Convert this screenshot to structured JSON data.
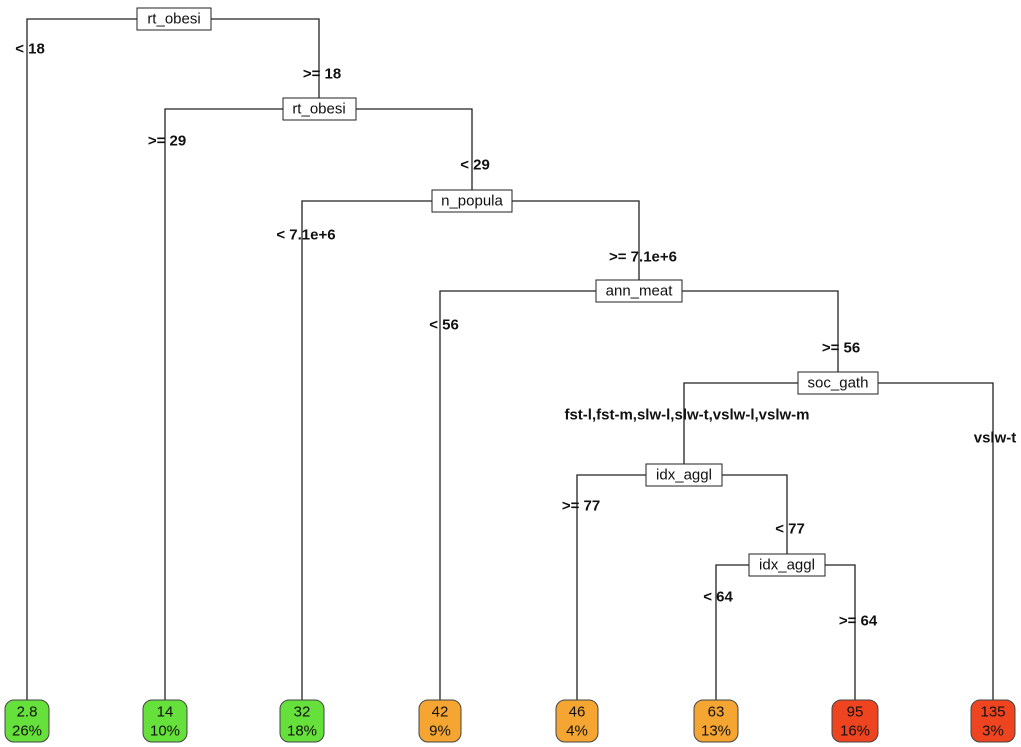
{
  "colors": {
    "low": "#66e03a",
    "mid": "#f5a531",
    "high": "#ee4520"
  },
  "nodes": [
    {
      "id": "n1",
      "label": "rt_obesi"
    },
    {
      "id": "n2",
      "label": "rt_obesi"
    },
    {
      "id": "n3",
      "label": "n_popula"
    },
    {
      "id": "n4",
      "label": "ann_meat"
    },
    {
      "id": "n5",
      "label": "soc_gath"
    },
    {
      "id": "n6",
      "label": "idx_aggl"
    },
    {
      "id": "n7",
      "label": "idx_aggl"
    }
  ],
  "branches": [
    {
      "id": "b1l",
      "label": "< 18"
    },
    {
      "id": "b1r",
      "label": ">= 18"
    },
    {
      "id": "b2l",
      "label": ">= 29"
    },
    {
      "id": "b2r",
      "label": "< 29"
    },
    {
      "id": "b3l",
      "label": "< 7.1e+6"
    },
    {
      "id": "b3r",
      "label": ">= 7.1e+6"
    },
    {
      "id": "b4l",
      "label": "< 56"
    },
    {
      "id": "b4r",
      "label": ">= 56"
    },
    {
      "id": "b5l",
      "label": "fst-l,fst-m,slw-l,slw-t,vslw-l,vslw-m"
    },
    {
      "id": "b5r",
      "label": "vslw-t"
    },
    {
      "id": "b6l",
      "label": ">= 77"
    },
    {
      "id": "b6r",
      "label": "< 77"
    },
    {
      "id": "b7l",
      "label": "< 64"
    },
    {
      "id": "b7r",
      "label": ">= 64"
    }
  ],
  "leaves": [
    {
      "id": "l1",
      "value": "2.8",
      "percent": "26%",
      "color": "low"
    },
    {
      "id": "l2",
      "value": "14",
      "percent": "10%",
      "color": "low"
    },
    {
      "id": "l3",
      "value": "32",
      "percent": "18%",
      "color": "low"
    },
    {
      "id": "l4",
      "value": "42",
      "percent": "9%",
      "color": "mid"
    },
    {
      "id": "l5",
      "value": "46",
      "percent": "4%",
      "color": "mid"
    },
    {
      "id": "l6",
      "value": "63",
      "percent": "13%",
      "color": "mid"
    },
    {
      "id": "l7",
      "value": "95",
      "percent": "16%",
      "color": "high"
    },
    {
      "id": "l8",
      "value": "135",
      "percent": "3%",
      "color": "high"
    }
  ]
}
